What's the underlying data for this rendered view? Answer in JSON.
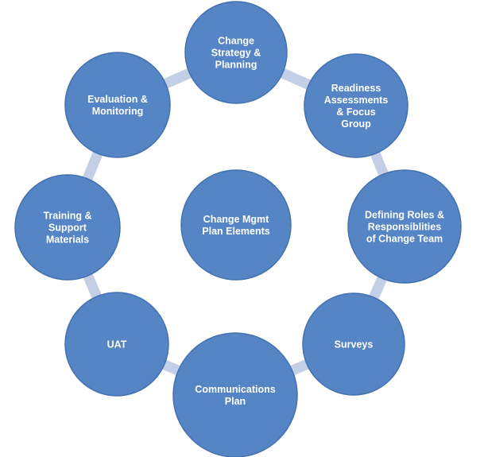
{
  "diagram": {
    "center": {
      "lines": [
        "Change Mgmt",
        "Plan Elements"
      ]
    },
    "nodes": [
      {
        "id": "strategy",
        "lines": [
          "Change",
          "Strategy &",
          "Planning"
        ]
      },
      {
        "id": "readiness",
        "lines": [
          "Readiness",
          "Assessments",
          "& Focus",
          "Group"
        ]
      },
      {
        "id": "roles",
        "lines": [
          "Defining Roles &",
          "Responsiblities",
          "of Change Team"
        ]
      },
      {
        "id": "surveys",
        "lines": [
          "Surveys"
        ]
      },
      {
        "id": "communications",
        "lines": [
          "Communications",
          "Plan"
        ]
      },
      {
        "id": "uat",
        "lines": [
          "UAT"
        ]
      },
      {
        "id": "training",
        "lines": [
          "Training &",
          "Support",
          "Materials"
        ]
      },
      {
        "id": "evaluation",
        "lines": [
          "Evaluation &",
          "Monitoring"
        ]
      }
    ],
    "colors": {
      "node_fill": "#5585c5",
      "node_stroke": "#4472b0",
      "connector": "#c3cfe6"
    }
  }
}
